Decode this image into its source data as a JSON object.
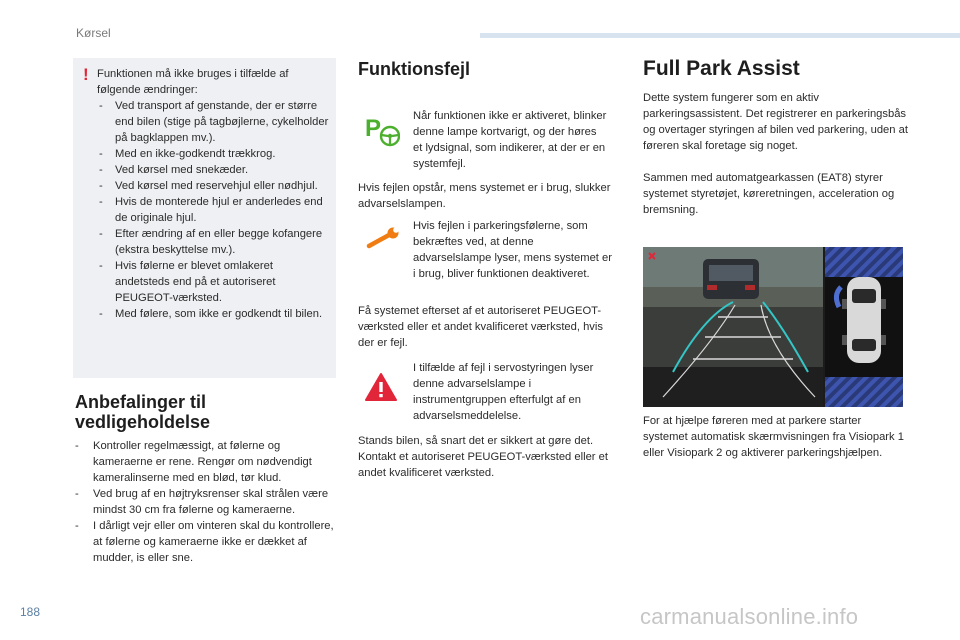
{
  "header": {
    "section": "Kørsel"
  },
  "warning": {
    "intro": "Funktionen må ikke bruges i tilfælde af følgende ændringer:",
    "items": [
      "Ved transport af genstande, der er større end bilen (stige på tagbøjlerne, cykelholder på bagklappen mv.).",
      "Med en ikke-godkendt trækkrog.",
      "Ved kørsel med snekæder.",
      "Ved kørsel med reservehjul eller nødhjul.",
      "Hvis de monterede hjul er anderledes end de originale hjul.",
      "Efter ændring af en eller begge kofangere (ekstra beskyttelse mv.).",
      "Hvis følerne er blevet omlakeret andetsteds end på et autoriseret PEUGEOT-værksted.",
      "Med følere, som ikke er godkendt til bilen."
    ]
  },
  "anbefalinger": {
    "title": "Anbefalinger til vedligeholdelse",
    "items": [
      "Kontroller regelmæssigt, at følerne og kameraerne er rene. Rengør om nødvendigt kameralinserne med en blød, tør klud.",
      "Ved brug af en højtryksrenser skal strålen være mindst 30 cm fra følerne og kameraerne.",
      "I dårligt vejr eller om vinteren skal du kontrollere, at følerne og kameraerne ikke er dækket af mudder, is eller sne."
    ]
  },
  "funktionsfejl": {
    "title": "Funktionsfejl",
    "p1": "Når funktionen ikke er aktiveret, blinker denne lampe kortvarigt, og der høres et lydsignal, som indikerer, at der er en systemfejl.",
    "p2": "Hvis fejlen opstår, mens systemet er i brug, slukker advarselslampen.",
    "p3": "Hvis fejlen i parkeringsfølerne, som bekræftes ved, at denne advarselslampe lyser, mens systemet er i brug, bliver funktionen deaktiveret.",
    "p4": "Få systemet efterset af et autoriseret PEUGEOT-værksted eller et andet kvalificeret værksted, hvis der er fejl.",
    "p5": "I tilfælde af fejl i servostyringen lyser denne advarselslampe i instrumentgruppen efterfulgt af en advarselsmeddelelse.",
    "p6": "Stands bilen, så snart det er sikkert at gøre det. Kontakt et autoriseret PEUGEOT-værksted eller et andet kvalificeret værksted."
  },
  "fullpark": {
    "title": "Full Park Assist",
    "p1": "Dette system fungerer som en aktiv parkeringsassistent. Det registrerer en parkeringsbås og overtager styringen af bilen ved parkering, uden at føreren skal foretage sig noget.",
    "p2": "Sammen med automatgearkassen (EAT8) styrer systemet styretøjet, køreretningen, acceleration og bremsning.",
    "p3": "For at hjælpe føreren med at parkere starter systemet automatisk skærmvisningen fra Visiopark 1 eller Visiopark 2 og aktiverer parkeringshjælpen."
  },
  "footer": {
    "page": "188",
    "watermark": "carmanualsonline.info"
  },
  "colors": {
    "accent": "#5b7fa6",
    "warning": "#e2263a",
    "green": "#4caf2e",
    "orange": "#f07d13"
  }
}
